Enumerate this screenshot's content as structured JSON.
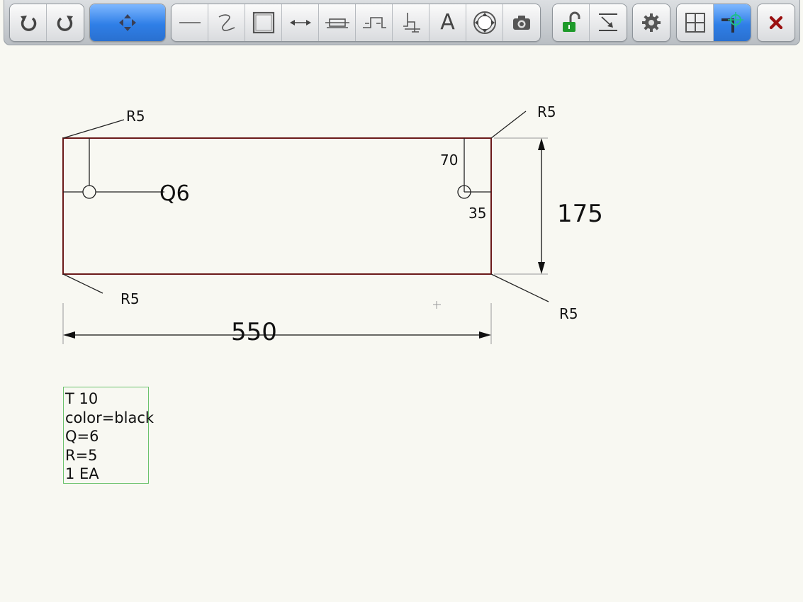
{
  "toolbar": {
    "groups": [
      {
        "name": "history",
        "buttons": [
          {
            "icon": "undo-icon"
          },
          {
            "icon": "redo-icon"
          }
        ]
      },
      {
        "name": "navigation",
        "buttons": [
          {
            "icon": "move-icon",
            "active": true
          }
        ]
      },
      {
        "name": "drawing",
        "buttons": [
          {
            "icon": "line-icon"
          },
          {
            "icon": "freehand-icon"
          },
          {
            "icon": "rectangle-icon"
          },
          {
            "icon": "dimension-icon"
          },
          {
            "icon": "slot-icon"
          },
          {
            "icon": "step-icon"
          },
          {
            "icon": "notch-icon"
          },
          {
            "icon": "text-icon",
            "glyph": "A"
          },
          {
            "icon": "target-icon"
          },
          {
            "icon": "camera-icon"
          }
        ]
      },
      {
        "name": "lock",
        "buttons": [
          {
            "icon": "unlock-icon"
          },
          {
            "icon": "snap-icon"
          }
        ]
      },
      {
        "name": "settings",
        "buttons": [
          {
            "icon": "gear-icon"
          }
        ]
      },
      {
        "name": "view",
        "buttons": [
          {
            "icon": "grid-icon"
          },
          {
            "icon": "origin-icon",
            "active": true
          }
        ]
      },
      {
        "name": "close",
        "buttons": [
          {
            "icon": "close-icon"
          }
        ]
      }
    ]
  },
  "drawing": {
    "part_color": "#6b1a1a",
    "radius_labels": {
      "top_left": "R5",
      "top_right": "R5",
      "bottom_left": "R5",
      "bottom_right": "R5"
    },
    "hole_label": "Q6",
    "hole_offset_y": "70",
    "hole_offset_x": "35",
    "height_dimension": "175",
    "width_dimension": "550"
  },
  "info_box": {
    "lines": [
      "T 10",
      "color=black",
      "Q=6",
      "R=5",
      "1 EA"
    ]
  }
}
